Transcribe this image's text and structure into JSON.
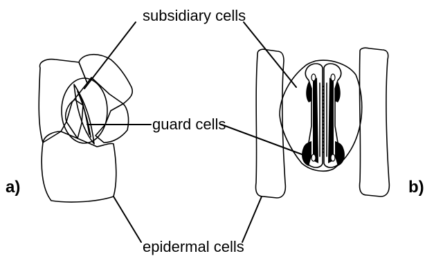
{
  "labels": {
    "subsidiary": "subsidiary cells",
    "guard": "guard cells",
    "epidermal": "epidermal cells",
    "panel_a": "a)",
    "panel_b": "b)"
  },
  "colors": {
    "ink": "#000000",
    "background": "#ffffff"
  }
}
